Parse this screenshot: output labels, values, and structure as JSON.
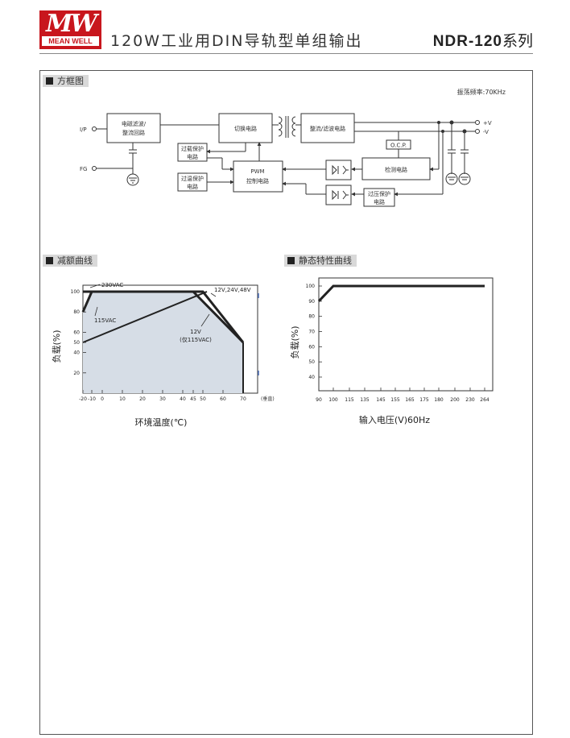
{
  "header": {
    "logo_mark": "MW",
    "logo_text": "MEAN WELL",
    "title": "120W工业用DIN导轨型单组输出",
    "model": "NDR-120",
    "series_suffix": "系列"
  },
  "block_diagram": {
    "heading": "方框图",
    "freq_note": "振荡频率:70KHz",
    "ip_label": "I/P",
    "fg_label": "FG",
    "emi_1": "电磁滤波/",
    "emi_2": "整流回路",
    "switching": "切换电路",
    "rectifier": "整流/滤波电路",
    "olp_1": "过载保护",
    "olp_2": "电路",
    "otp_1": "过温保护",
    "otp_2": "电路",
    "pwm_1": "PWM",
    "pwm_2": "控制电路",
    "ocp": "O.C.P.",
    "detect": "检测电路",
    "ovp_1": "过压保护",
    "ovp_2": "电路",
    "vplus": "+V",
    "vminus": "-V"
  },
  "derating": {
    "heading": "减额曲线",
    "xlabel": "环境温度(℃)",
    "ylabel": "负载(%)",
    "x_unit": "(垂直)",
    "label_230": "230VAC",
    "label_115": "115VAC",
    "label_12_48": "12V,24V,48V",
    "label_12v_a": "12V",
    "label_12v_b": "(仅115VAC)"
  },
  "static": {
    "heading": "静态特性曲线",
    "xlabel": "输入电压(V)60Hz",
    "ylabel": "负载(%)"
  },
  "chart_data": [
    {
      "type": "area",
      "xlabel": "环境温度(℃)",
      "ylabel": "负载(%)",
      "x_ticks": [
        -20,
        -10,
        0,
        10,
        20,
        30,
        40,
        45,
        50,
        60,
        70
      ],
      "y_ticks": [
        20,
        40,
        50,
        60,
        80,
        100
      ],
      "xlim": [
        -20,
        70
      ],
      "ylim": [
        0,
        100
      ],
      "series": [
        {
          "name": "230VAC",
          "x": [
            -20,
            -10,
            45,
            50,
            70
          ],
          "y": [
            100,
            100,
            100,
            100,
            50
          ]
        },
        {
          "name": "115VAC",
          "x": [
            -20,
            -15,
            -10
          ],
          "y": [
            80,
            90,
            100
          ]
        },
        {
          "name": "12V,24V,48V",
          "x": [
            50,
            70
          ],
          "y": [
            100,
            50
          ]
        },
        {
          "name": "12V",
          "x": [
            45,
            70
          ],
          "y": [
            100,
            50
          ]
        }
      ],
      "shaded_area": {
        "x": [
          -20,
          -10,
          45,
          70,
          70,
          -20
        ],
        "y": [
          80,
          100,
          100,
          50,
          0,
          0
        ]
      }
    },
    {
      "type": "line",
      "xlabel": "输入电压(V)60Hz",
      "ylabel": "负载(%)",
      "x_ticks": [
        90,
        100,
        115,
        135,
        145,
        155,
        165,
        175,
        180,
        200,
        230,
        264
      ],
      "y_ticks": [
        40,
        50,
        60,
        70,
        80,
        90,
        100
      ],
      "ylim": [
        30,
        105
      ],
      "series": [
        {
          "x": [
            90,
            100,
            264
          ],
          "y": [
            90,
            100,
            100
          ]
        }
      ]
    }
  ]
}
